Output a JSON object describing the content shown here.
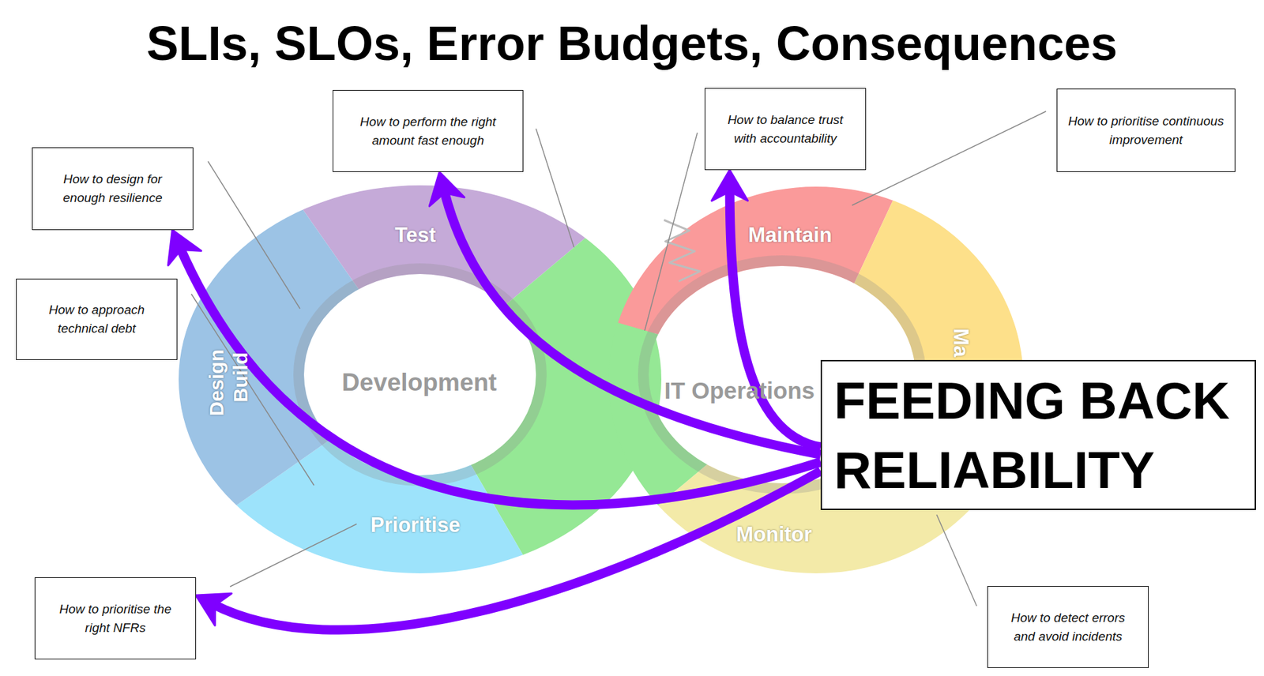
{
  "diagram": {
    "title": "SLIs, SLOs, Error Budgets, Consequences",
    "nodes": [
      {
        "text": [
          "How to perform the right amount fast enough"
        ]
      },
      {
        "text": [
          "How to balance trust with accountability"
        ]
      },
      {
        "text": [
          "How to prioritise continuous improvement"
        ]
      },
      {
        "text": [
          "How to design for enough resilience"
        ]
      },
      {
        "text": [
          "How to approach technical debt"
        ]
      },
      {
        "text": [
          "FEEDING BACK RELIABILITY"
        ]
      },
      {
        "text": [
          "How to prioritise the right NFRs"
        ]
      },
      {
        "text": [
          "How to detect errors and avoid incidents"
        ]
      }
    ],
    "edges": [
      {
        "from": 5,
        "to": 3,
        "arrow": "to"
      },
      {
        "from": 5,
        "to": 0,
        "arrow": "to"
      },
      {
        "from": 5,
        "to": 1,
        "arrow": "to"
      },
      {
        "from": 5,
        "to": 6,
        "arrow": "to"
      }
    ],
    "labels": [
      "Test",
      "Maintain",
      "Design",
      "Build",
      "Development",
      "IT Operations",
      "Ma",
      "Prioritise",
      "Monitor"
    ]
  }
}
